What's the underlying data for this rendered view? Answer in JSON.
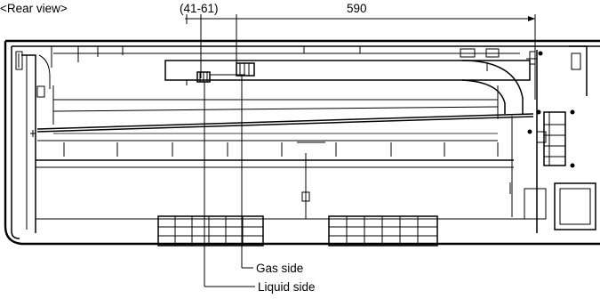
{
  "view_label": "<Rear view>",
  "dimensions": {
    "pipe_offset": "(41-61)",
    "right_offset": "590"
  },
  "callouts": {
    "gas": "Gas side",
    "liquid": "Liquid side"
  }
}
